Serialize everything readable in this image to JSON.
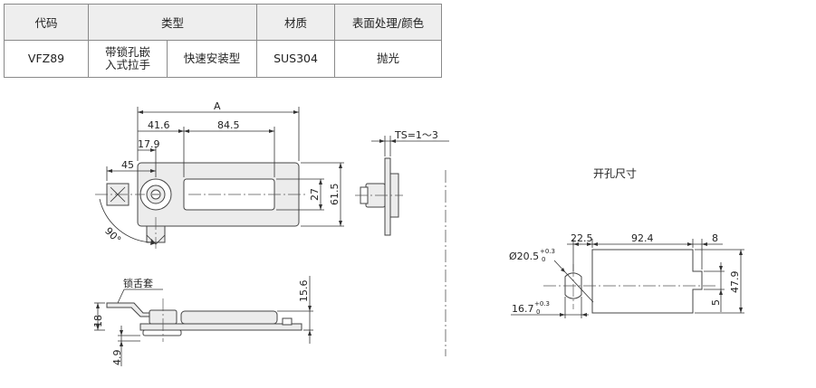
{
  "table": {
    "headers": {
      "code": "代码",
      "type": "类型",
      "material": "材质",
      "finish": "表面处理/颜色"
    },
    "row": {
      "code": "VFZ89",
      "type_a_line1": "带锁孔嵌",
      "type_a_line2": "入式拉手",
      "type_b": "快速安装型",
      "material": "SUS304",
      "finish": "抛光"
    }
  },
  "front_view": {
    "dim_a": "A",
    "dim_41_6": "41.6",
    "dim_84_5": "84.5",
    "dim_17_9": "17.9",
    "dim_45": "45",
    "dim_27": "27",
    "dim_61_5": "61.5",
    "angle_90": "90°"
  },
  "side_view": {
    "ts_label": "TS=1～3"
  },
  "bottom_view": {
    "tongue_label": "锁舌套",
    "dim_15_6": "15.6",
    "dim_18": "18",
    "dim_4_9": "4.9"
  },
  "cutout": {
    "title": "开孔尺寸",
    "dim_22_5": "22.5",
    "dim_92_4": "92.4",
    "dim_8": "8",
    "hole_diameter": "Ø20.5",
    "hole_tol_upper": "+0.3",
    "hole_tol_lower": "0",
    "dim_16_7": "16.7",
    "dim_16_7_tol_upper": "+0.3",
    "dim_16_7_tol_lower": "0",
    "dim_47_9": "47.9",
    "dim_5": "5"
  }
}
